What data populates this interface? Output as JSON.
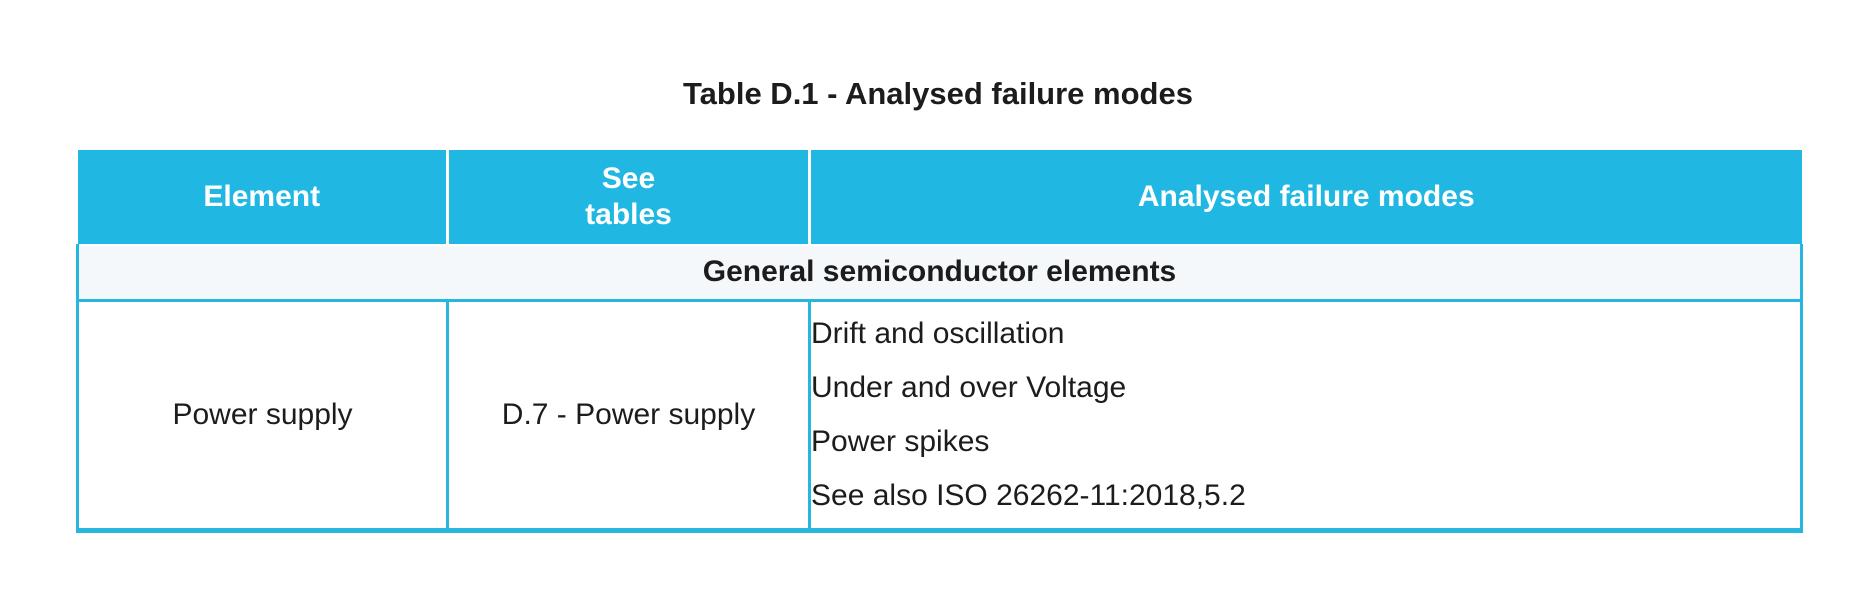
{
  "title": "Table D.1 - Analysed failure modes",
  "table": {
    "headers": [
      {
        "label": "Element"
      },
      {
        "label": "See\ntables"
      },
      {
        "label": "Analysed failure modes"
      }
    ],
    "section_header": "General semiconductor elements",
    "rows": [
      {
        "element": "Power supply",
        "see_tables": "D.7 - Power supply",
        "failure_modes": [
          "Drift and oscillation",
          "Under and over Voltage",
          "Power spikes",
          "See also ISO 26262-11:2018,5.2"
        ]
      }
    ],
    "colors": {
      "header_bg": "#20B8E2",
      "header_text": "#FFFFFF",
      "section_bg": "#F4F8FB",
      "border": "#29B6DE",
      "text": "#1C1C1C"
    }
  }
}
